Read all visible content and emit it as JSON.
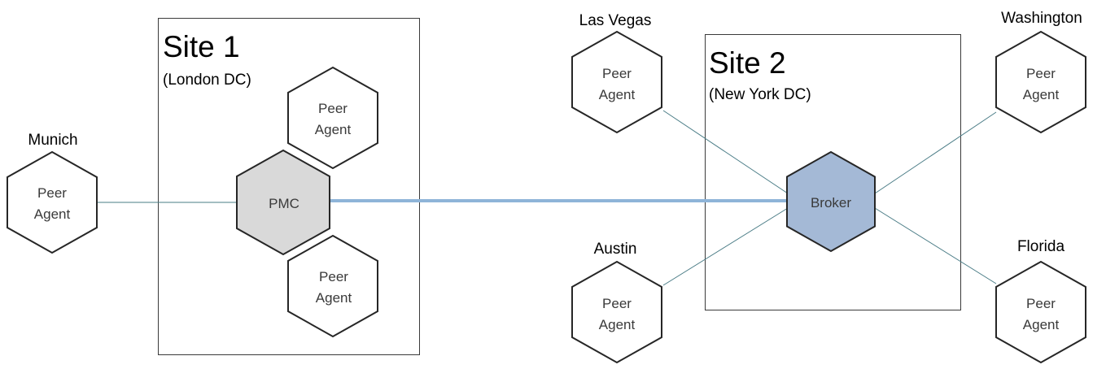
{
  "colors": {
    "pmc_fill": "#d9d9d9",
    "broker_fill": "#a4b9d6",
    "main_link": "#8fb4d8",
    "thin_link": "#4a7c86"
  },
  "sites": {
    "site1": {
      "title": "Site 1",
      "subtitle": "(London DC)"
    },
    "site2": {
      "title": "Site 2",
      "subtitle": "(New York DC)"
    }
  },
  "nodes": {
    "pmc": {
      "label": "PMC"
    },
    "broker": {
      "label": "Broker"
    },
    "site1_peer_top": {
      "line1": "Peer",
      "line2": "Agent"
    },
    "site1_peer_bottom": {
      "line1": "Peer",
      "line2": "Agent"
    },
    "munich": {
      "city": "Munich",
      "line1": "Peer",
      "line2": "Agent"
    },
    "las_vegas": {
      "city": "Las Vegas",
      "line1": "Peer",
      "line2": "Agent"
    },
    "austin": {
      "city": "Austin",
      "line1": "Peer",
      "line2": "Agent"
    },
    "washington": {
      "city": "Washington",
      "line1": "Peer",
      "line2": "Agent"
    },
    "florida": {
      "city": "Florida",
      "line1": "Peer",
      "line2": "Agent"
    }
  }
}
